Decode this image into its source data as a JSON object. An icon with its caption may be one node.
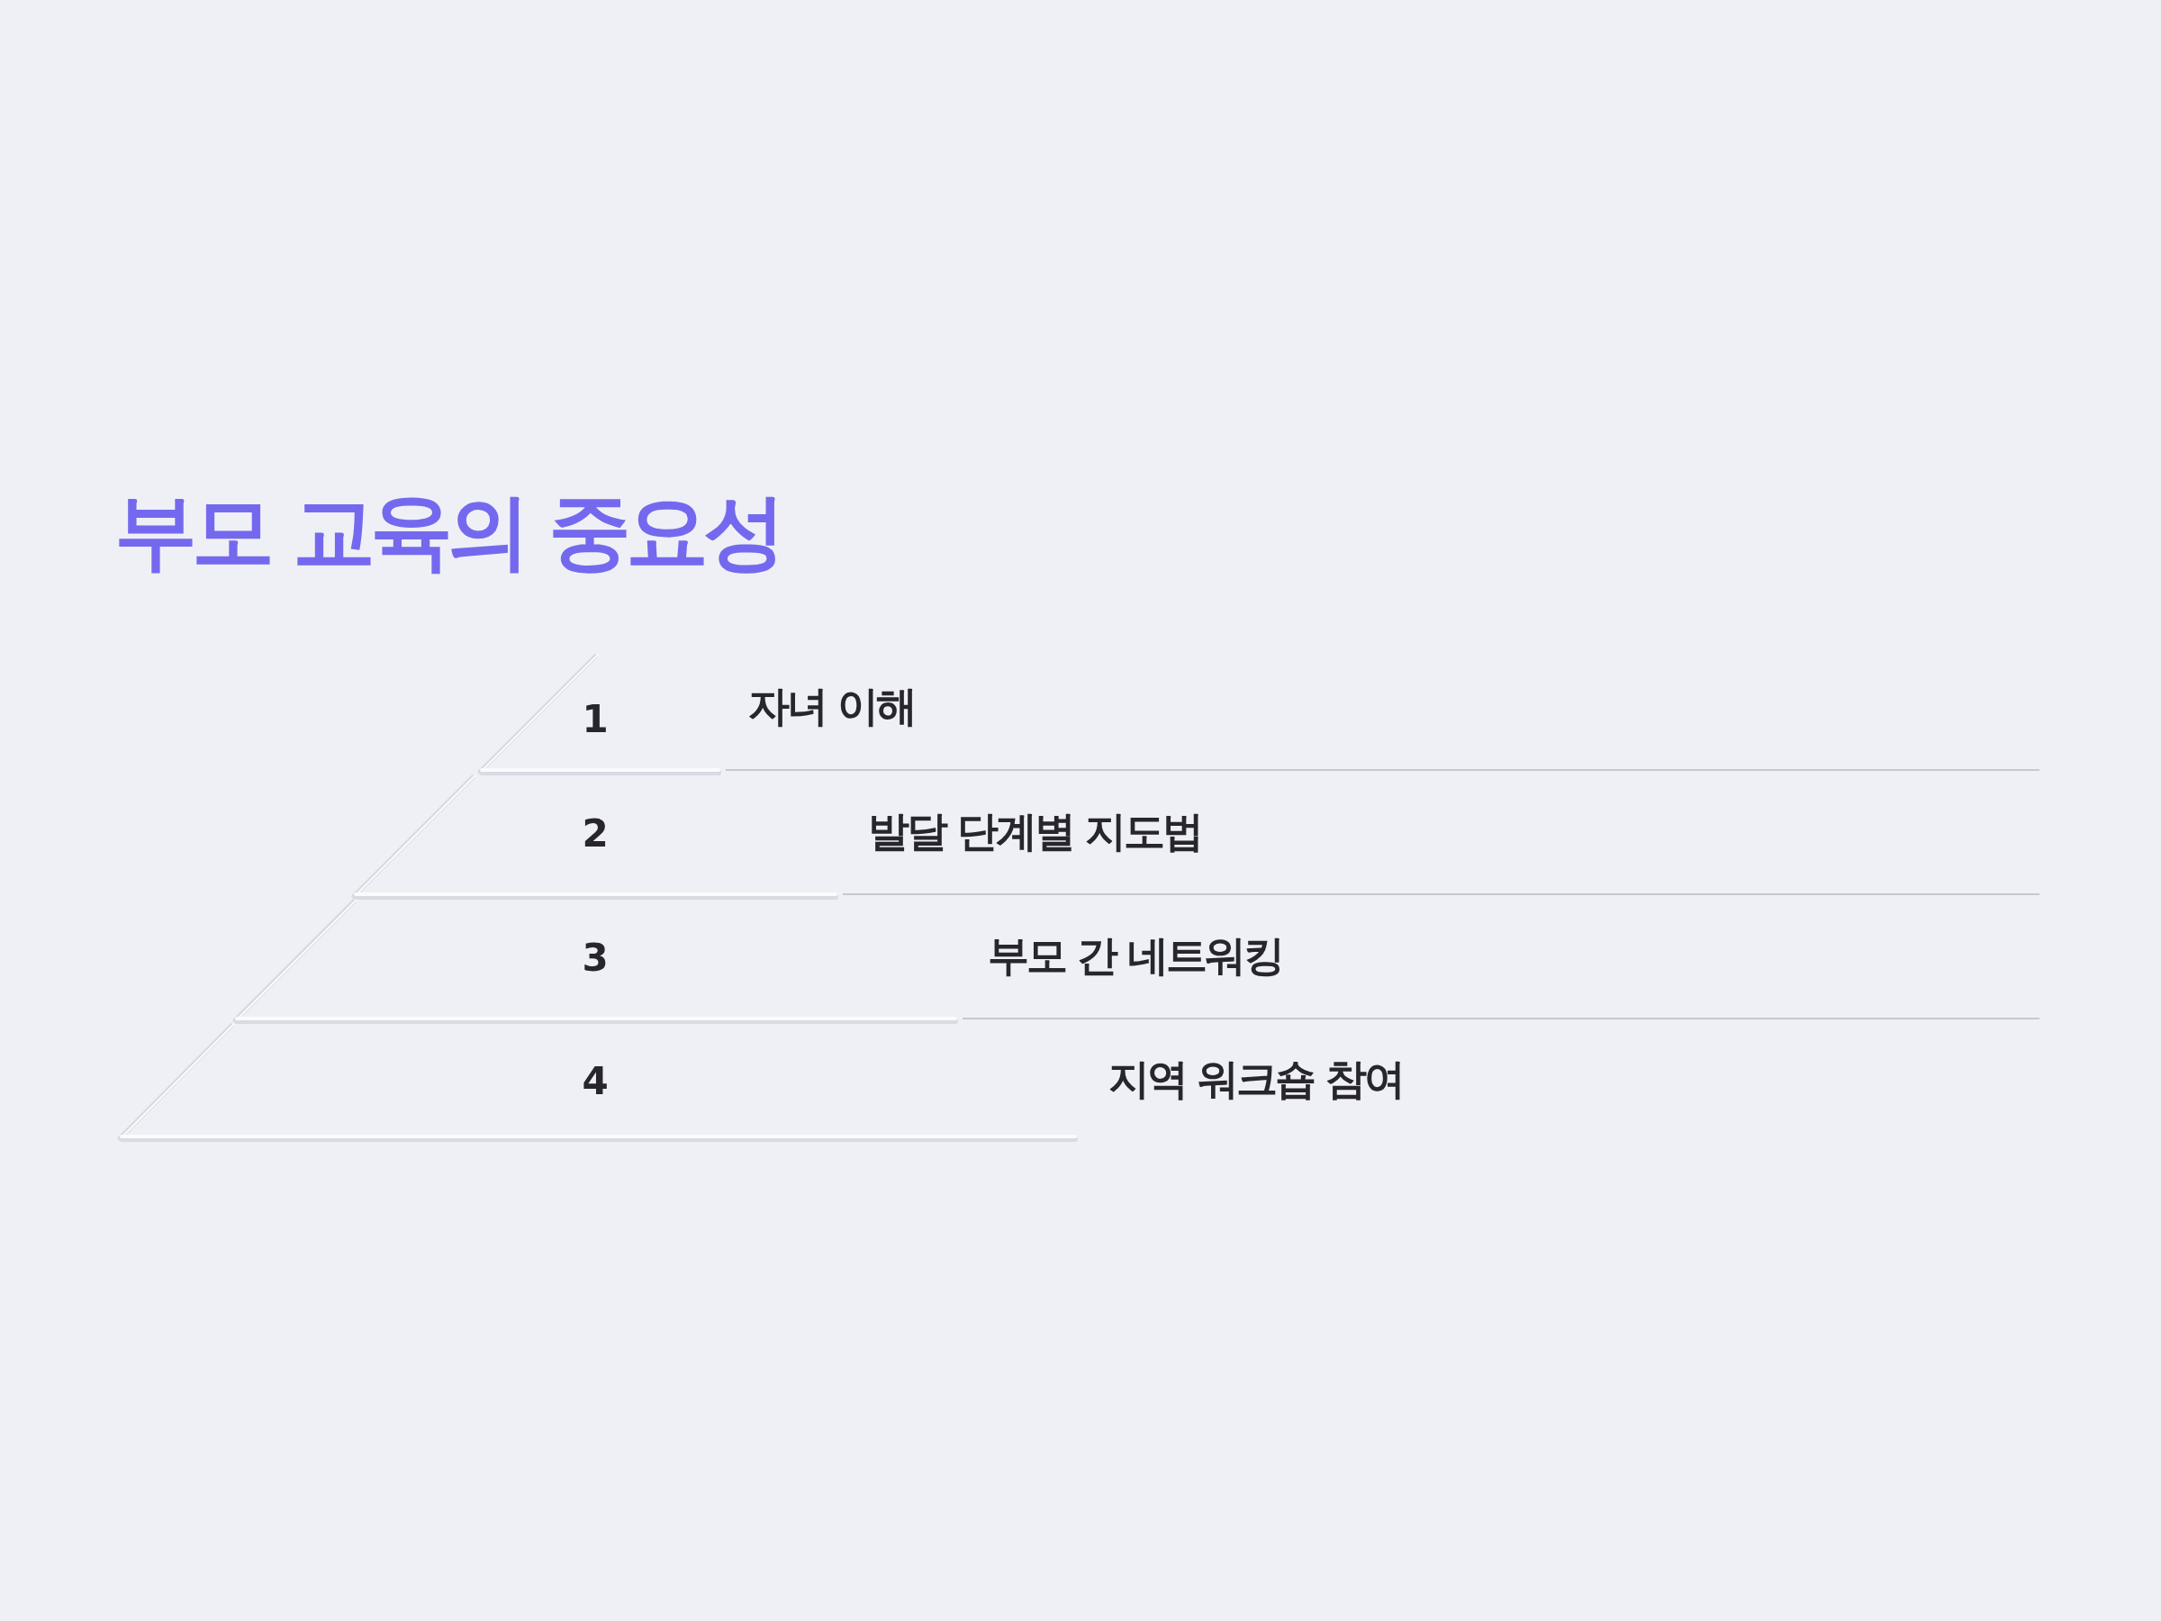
{
  "diagram": {
    "title": "부모 교육의 중요성",
    "nodes": [
      {
        "text": [
          "1"
        ],
        "beside": [
          "자녀 이해"
        ]
      },
      {
        "text": [
          "2"
        ],
        "beside": [
          "발달 단계별 지도법"
        ]
      },
      {
        "text": [
          "3"
        ],
        "beside": [
          "부모 간 네트워킹"
        ]
      },
      {
        "text": [
          "4"
        ],
        "beside": [
          "지역 워크숍 참여"
        ]
      }
    ]
  }
}
